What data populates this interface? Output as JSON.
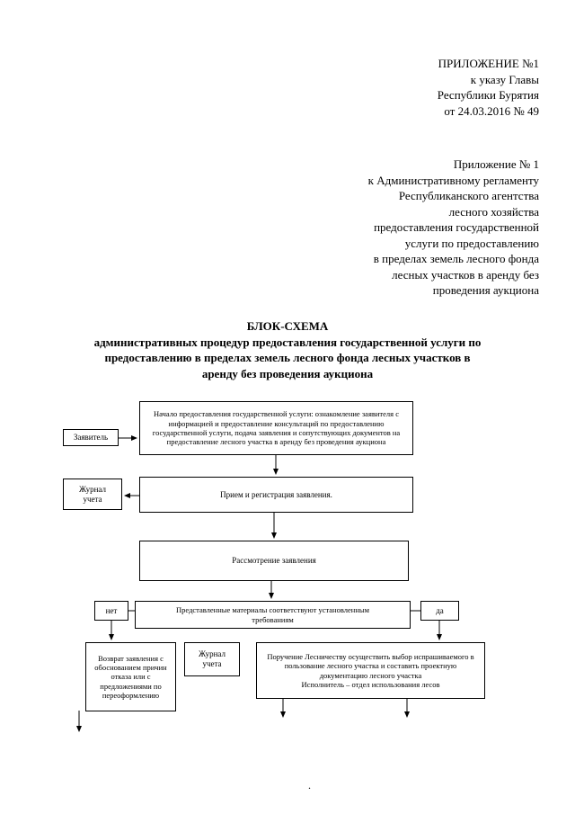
{
  "header_decree": [
    "ПРИЛОЖЕНИЕ №1",
    "к указу Главы",
    "Республики Бурятия",
    "от 24.03.2016 № 49"
  ],
  "header_regulation": [
    "Приложение № 1",
    "к Административному регламенту",
    "Республиканского агентства",
    "лесного хозяйства",
    "предоставления государственной",
    "услуги по предоставлению",
    "в пределах земель лесного фонда",
    "лесных участков в аренду без",
    "проведения аукциона"
  ],
  "title_lines": [
    "БЛОК-СХЕМА",
    "административных процедур предоставления государственной услуги по",
    "предоставлению в пределах земель лесного фонда лесных участков в",
    "аренду без проведения аукциона"
  ],
  "flowchart": {
    "start": "Начало предоставления государственной услуги: ознакомление заявителя с информацией и предоставление консультаций по предоставлению государственной услуги, подача заявления и сопутствующих документов на предоставление лесного участка в аренду без проведения аукциона",
    "applicant": "Заявитель",
    "log1": "Журнал\nучета",
    "receive": "Прием и регистрация заявления.",
    "review": "Рассмотрение заявления",
    "condition": "Представленные материалы соответствуют установленным требованиям",
    "decision_no": "нет",
    "decision_yes": "да",
    "return_box": "Возврат заявления с обоснованием причин отказа или с предложениями по переоформлению",
    "log2": "Журнал\nучета",
    "assign_line1": "Поручение Лесничеству осуществить выбор испрашиваемого в пользование лесного участка и составить проектную документацию лесного участка",
    "assign_line2": "Исполнитель – отдел использования лесов"
  },
  "page_mark": "."
}
